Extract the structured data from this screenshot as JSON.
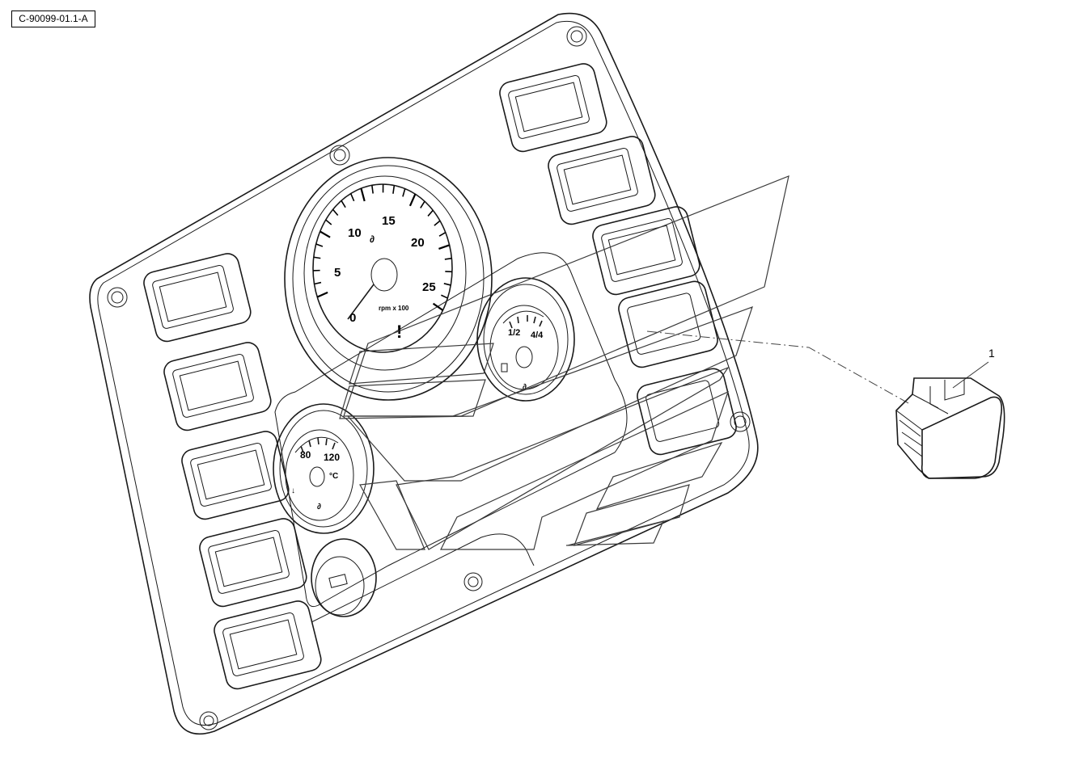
{
  "drawing": {
    "reference_code": "C-90099-01.1-A",
    "callout_number": "1"
  },
  "tachometer": {
    "scale_labels": [
      "0",
      "5",
      "10",
      "15",
      "20",
      "25"
    ],
    "unit_label": "rpm x 100",
    "warning_symbol": "!"
  },
  "fuel_gauge": {
    "labels": [
      "1/2",
      "4/4"
    ]
  },
  "temperature_gauge": {
    "labels": [
      "80",
      "120",
      "°C"
    ]
  },
  "colors": {
    "line": "#1a1a1a",
    "background": "#ffffff"
  }
}
